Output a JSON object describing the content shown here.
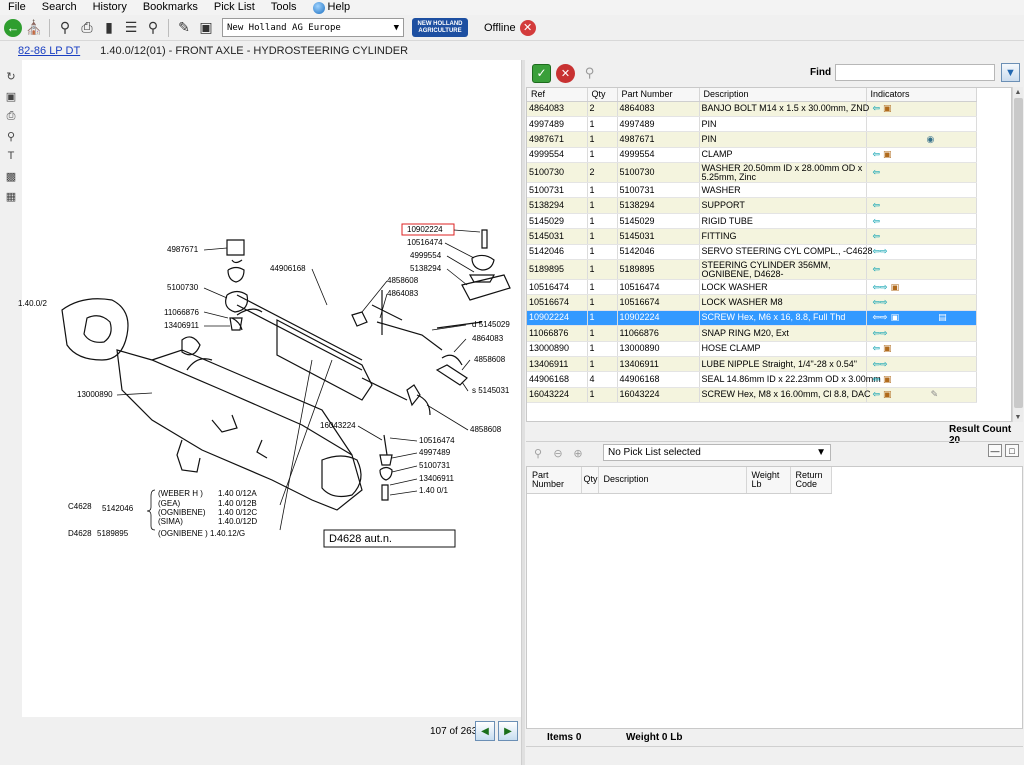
{
  "menu": [
    "File",
    "Search",
    "History",
    "Bookmarks",
    "Pick List",
    "Tools",
    "Help"
  ],
  "toolbar": {
    "catalog": "New Holland AG Europe",
    "brand_line1": "NEW HOLLAND",
    "brand_line2": "AGRICULTURE",
    "status": "Offline"
  },
  "breadcrumb": {
    "model": "82-86 LP DT",
    "title": "1.40.0/12(01) - FRONT AXLE - HYDROSTEERING CYLINDER"
  },
  "diagram": {
    "highlight_label": "10902224",
    "callouts": [
      "4987671",
      "5100730",
      "11066876",
      "13406911",
      "13000890",
      "44906168",
      "10516474",
      "4999554",
      "5138294",
      "4858608",
      "4864083",
      "d 5145029",
      "4864083",
      "4858608",
      "s 5145031",
      "4858608",
      "16043224",
      "10516474",
      "4997489",
      "5100731",
      "13406911",
      "1.40 0/1",
      "1.40.0/2"
    ],
    "legend": {
      "c_code": "C4628",
      "c_part": "5142046",
      "d_code": "D4628",
      "d_part": "5189895",
      "suppliers": [
        "(WEBER H )",
        "(GEA)",
        "(OGNIBENE)",
        "(SIMA)"
      ],
      "supplier_refs": [
        "1.40 0/12A",
        "1.40 0/12B",
        "1.40 0/12C",
        "1.40.0/12D"
      ],
      "d_supplier": "(OGNIBENE ) 1.40.12/G"
    },
    "box_caption": "D4628 aut.n.",
    "page_count": "107 of 263"
  },
  "parts_toolbar": {
    "find_label": "Find",
    "find_value": ""
  },
  "parts_table": {
    "headers": [
      "Ref",
      "Qty",
      "Part Number",
      "Description",
      "Indicators"
    ],
    "rows": [
      {
        "ref": "4864083",
        "qty": "2",
        "pn": "4864083",
        "desc": "BANJO BOLT M14 x 1.5 x 30.00mm, ZND",
        "ind": [
          "arrow-left",
          "box"
        ]
      },
      {
        "ref": "4997489",
        "qty": "1",
        "pn": "4997489",
        "desc": "PIN",
        "ind": []
      },
      {
        "ref": "4987671",
        "qty": "1",
        "pn": "4987671",
        "desc": "PIN",
        "ind": [
          "info"
        ]
      },
      {
        "ref": "4999554",
        "qty": "1",
        "pn": "4999554",
        "desc": "CLAMP",
        "ind": [
          "arrow-left",
          "box"
        ]
      },
      {
        "ref": "5100730",
        "qty": "2",
        "pn": "5100730",
        "desc": "WASHER 20.50mm ID x 28.00mm OD x 5.25mm, Zinc",
        "ind": [
          "arrow-left"
        ],
        "tall": true
      },
      {
        "ref": "5100731",
        "qty": "1",
        "pn": "5100731",
        "desc": "WASHER",
        "ind": []
      },
      {
        "ref": "5138294",
        "qty": "1",
        "pn": "5138294",
        "desc": "SUPPORT",
        "ind": [
          "arrow-left"
        ]
      },
      {
        "ref": "5145029",
        "qty": "1",
        "pn": "5145029",
        "desc": "RIGID TUBE",
        "ind": [
          "arrow-left"
        ]
      },
      {
        "ref": "5145031",
        "qty": "1",
        "pn": "5145031",
        "desc": "FITTING",
        "ind": [
          "arrow-left"
        ]
      },
      {
        "ref": "5142046",
        "qty": "1",
        "pn": "5142046",
        "desc": "SERVO STEERING CYL COMPL., -C4628",
        "ind": [
          "arrow-both"
        ]
      },
      {
        "ref": "5189895",
        "qty": "1",
        "pn": "5189895",
        "desc": "STEERING CYLINDER 356MM, OGNIBENE, D4628-",
        "ind": [
          "arrow-left"
        ],
        "tall": true
      },
      {
        "ref": "10516474",
        "qty": "1",
        "pn": "10516474",
        "desc": "LOCK WASHER",
        "ind": [
          "arrow-both",
          "box"
        ]
      },
      {
        "ref": "10516674",
        "qty": "1",
        "pn": "10516674",
        "desc": "LOCK WASHER M8",
        "ind": [
          "arrow-both"
        ]
      },
      {
        "ref": "10902224",
        "qty": "1",
        "pn": "10902224",
        "desc": "SCREW Hex, M6 x 16, 8.8, Full Thd",
        "ind": [
          "arrow-both",
          "box",
          "pdf"
        ],
        "selected": true
      },
      {
        "ref": "11066876",
        "qty": "1",
        "pn": "11066876",
        "desc": "SNAP RING M20, Ext",
        "ind": [
          "arrow-both"
        ]
      },
      {
        "ref": "13000890",
        "qty": "1",
        "pn": "13000890",
        "desc": "HOSE CLAMP",
        "ind": [
          "arrow-left",
          "box"
        ]
      },
      {
        "ref": "13406911",
        "qty": "1",
        "pn": "13406911",
        "desc": "LUBE NIPPLE Straight, 1/4\"-28 x 0.54\"",
        "ind": [
          "arrow-both"
        ]
      },
      {
        "ref": "44906168",
        "qty": "4",
        "pn": "44906168",
        "desc": "SEAL 14.86mm ID x 22.23mm OD x 3.00mm",
        "ind": [
          "arrow-left",
          "box"
        ]
      },
      {
        "ref": "16043224",
        "qty": "1",
        "pn": "16043224",
        "desc": "SCREW Hex, M8 x 16.00mm, Cl 8.8, DAC",
        "ind": [
          "arrow-left",
          "box",
          "note"
        ]
      }
    ]
  },
  "result_count": "Result Count 20",
  "picklist": {
    "selected": "No Pick List selected",
    "headers": [
      "Part Number",
      "Qty",
      "Description",
      "Weight Lb",
      "Return Code"
    ],
    "items": "Items 0",
    "weight": "Weight 0 Lb"
  }
}
